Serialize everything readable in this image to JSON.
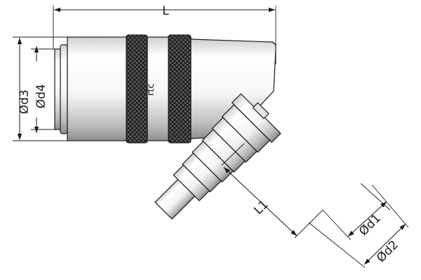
{
  "labels": {
    "L": "L",
    "L1": "L1",
    "d1": "Ød1",
    "d2": "Ød2",
    "d3": "Ød3",
    "d4": "Ød4"
  },
  "logo_text": "rtc",
  "colors": {
    "line": "#1a1a1a",
    "body_light": "#ffffff",
    "body_shadow": "#9e9e9e",
    "knurl": "#2a2a2a"
  }
}
